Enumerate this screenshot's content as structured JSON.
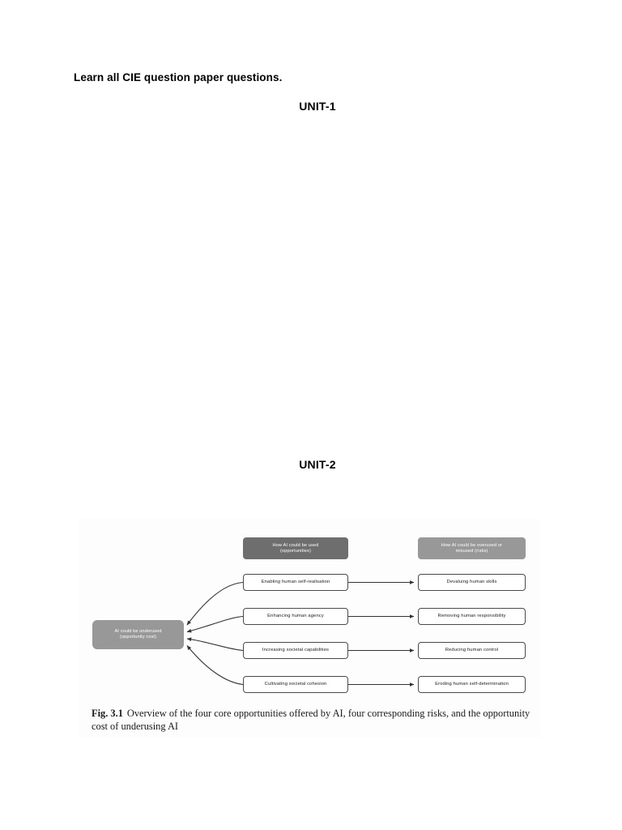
{
  "document": {
    "heading": "Learn all CIE question paper questions.",
    "unit1": "UNIT-1",
    "unit2": "UNIT-2"
  },
  "figure": {
    "caption_label": "Fig. 3.1",
    "caption_text": "Overview of the four core opportunities offered by AI, four corresponding risks, and the opportunity cost of underusing AI",
    "colors": {
      "header_opportunities_bg": "#6e6e6e",
      "header_risks_bg": "#989898",
      "underused_bg": "#989898",
      "box_border": "#4a4a4a",
      "box_bg": "#ffffff",
      "connector": "#333333",
      "figure_bg": "#fdfdfd"
    },
    "headers": {
      "opportunities": "How AI could be used\n(opportunities)",
      "risks": "How AI could be overused or\nmisused (risks)"
    },
    "underused": "AI could be underused\n(opportunity cost)",
    "opportunities": [
      "Enabling human self-realisation",
      "Enhancing human agency",
      "Increasing societal capabilities",
      "Cultivating societal cohesion"
    ],
    "risks": [
      "Devaluing human skills",
      "Removing human responsibility",
      "Reducing human control",
      "Eroding human self-determination"
    ]
  }
}
